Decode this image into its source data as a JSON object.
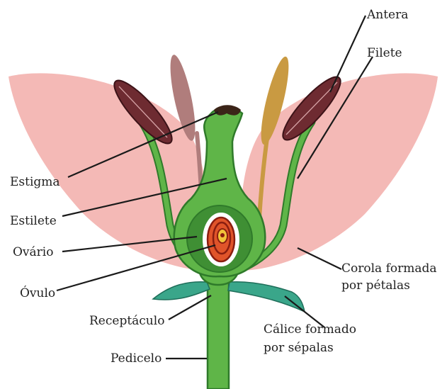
{
  "labels": {
    "antera": "Antera",
    "filete": "Filete",
    "estigma": "Estigma",
    "estilete": "Estilete",
    "ovario": "Ovário",
    "ovulo": "Óvulo",
    "corola_line1": "Corola formada",
    "corola_line2": "por pétalas",
    "receptaculo": "Receptáculo",
    "calice_line1": "Cálice formado",
    "calice_line2": "por sépalas",
    "pedicelo": "Pedicelo"
  },
  "colors": {
    "petal": "#f4b9b6",
    "stem_green": "#5fb548",
    "stem_outline": "#2f7a2a",
    "ovary_dark": "#3f8f34",
    "ovule_orange": "#e0542a",
    "ovule_outline": "#8a1e10",
    "anther_dark": "#6e2b31",
    "anther_light": "#b07d7c",
    "anther_gold": "#c99a42",
    "sepal_teal": "#3aa68a",
    "stigma_dark": "#3b2418"
  }
}
